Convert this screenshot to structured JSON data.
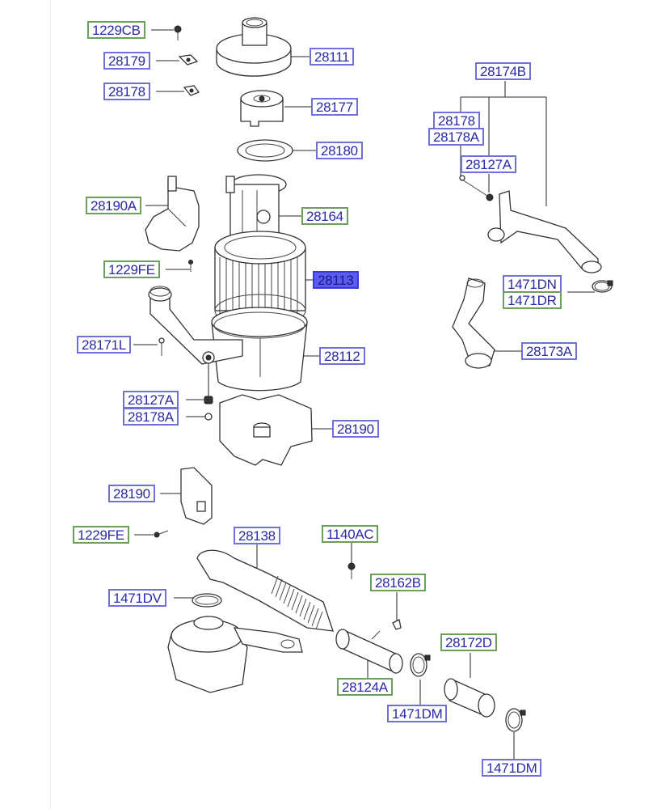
{
  "diagram": {
    "title": "Air Cleaner Assembly Exploded Parts Diagram",
    "colors": {
      "label_text": "#2a2aa6",
      "border_part": "#7070d8",
      "border_hardware": "#6aa05a",
      "highlight_fill": "#5b5bf0"
    },
    "labels": {
      "l1229CB": "1229CB",
      "l28179": "28179",
      "l28178": "28178",
      "l28111": "28111",
      "l28177": "28177",
      "l28180": "28180",
      "l28190A": "28190A",
      "l28164": "28164",
      "l1229FE_top": "1229FE",
      "l28113": "28113",
      "l28171L": "28171L",
      "l28112": "28112",
      "l28127A_left": "28127A",
      "l28178A_left": "28178A",
      "l28190_mid": "28190",
      "l28174B": "28174B",
      "l28178_right": "28178",
      "l28178A_right": "28178A",
      "l28127A_right": "28127A",
      "l1471DN": "1471DN",
      "l1471DR": "1471DR",
      "l28173A": "28173A",
      "l28190_low": "28190",
      "l1229FE_low": "1229FE",
      "l28138": "28138",
      "l1140AC": "1140AC",
      "l1471DV": "1471DV",
      "l28162B": "28162B",
      "l28124A": "28124A",
      "l28172D": "28172D",
      "l1471DM_1": "1471DM",
      "l1471DM_2": "1471DM"
    },
    "highlighted_part": "28113"
  }
}
